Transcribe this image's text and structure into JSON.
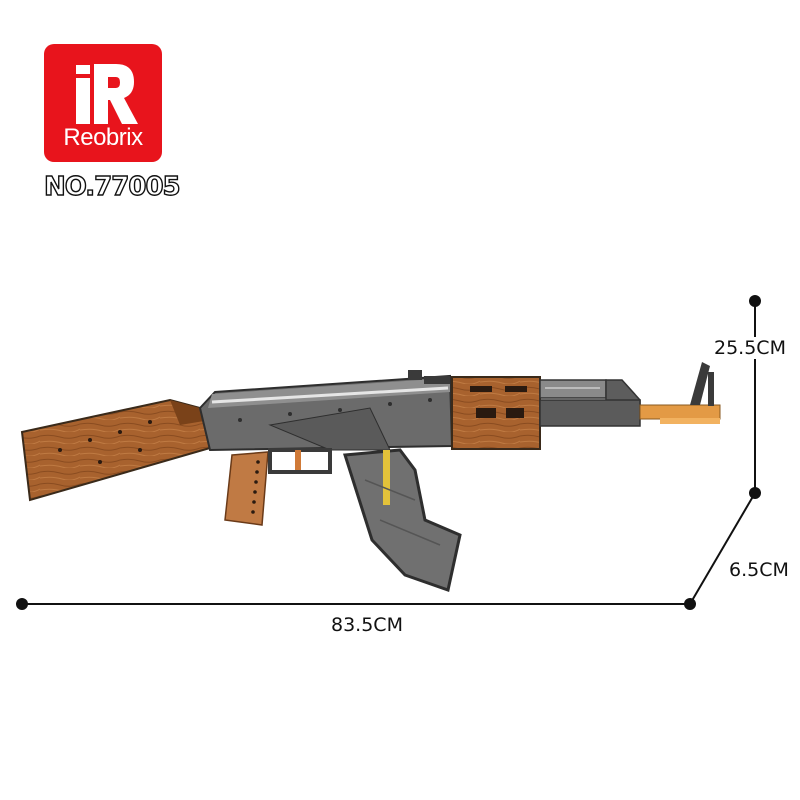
{
  "brand": {
    "logo_letters": "iR",
    "name": "Reobrix",
    "model_number": "NO.77005",
    "logo_color": "#e8141c"
  },
  "product": {
    "subject": "brick-built assault rifle model",
    "icon": "rifle-illustration",
    "colors": {
      "wood": "#a8622e",
      "wood_dark": "#7a4219",
      "receiver": "#6b6b6b",
      "receiver_dark": "#3a3a3a",
      "accent_orange": "#e39a45",
      "accent_yellow": "#e3c23a"
    }
  },
  "dimensions": {
    "height": "25.5CM",
    "depth": "6.5CM",
    "length": "83.5CM"
  }
}
